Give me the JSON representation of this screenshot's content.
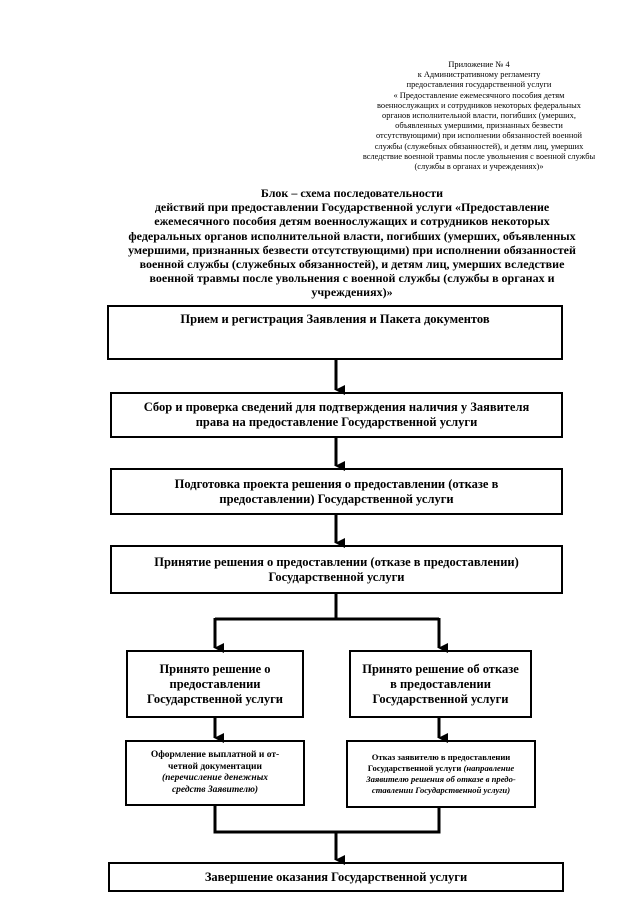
{
  "appendix": {
    "lines": [
      "Приложение № 4",
      "к Административному регламенту",
      "предоставления государственной услуги",
      "« Предоставление ежемесячного пособия детям",
      "военнослужащих и сотрудников некоторых федеральных",
      "органов исполнительной власти, погибших (умерших,",
      "объявленных умершими, признанных безвести",
      "отсутствующими) при исполнении обязанностей военной",
      "службы (служебных обязанностей), и детям лиц, умерших",
      "вследствие военной травмы после увольнения с военной службы",
      "(службы в органах и учреждениях)»"
    ]
  },
  "title": {
    "lines": [
      "Блок – схема последовательности",
      "действий при предоставлении Государственной услуги «Предоставление",
      "ежемесячного пособия детям военнослужащих и сотрудников некоторых",
      "федеральных органов исполнительной власти, погибших (умерших, объявленных",
      "умершими, признанных безвести отсутствующими) при исполнении обязанностей",
      "военной службы (служебных обязанностей), и детям лиц, умерших вследствие",
      "военной травмы после увольнения с военной службы (службы в органах и",
      "учреждениях)»"
    ]
  },
  "steps": {
    "reception": [
      "Прием и регистрация Заявления и Пакета документов"
    ],
    "collection": [
      "Сбор и проверка сведений для подтверждения наличия у Заявителя",
      "права  на предоставление Государственной услуги"
    ],
    "draft": [
      "Подготовка проекта решения о предоставлении (отказе в",
      "предоставлении) Государственной услуги"
    ],
    "decision": [
      "Принятие решения о предоставлении (отказе в предоставлении)",
      "Государственной услуги"
    ],
    "approved": [
      "Принято решение о",
      "предоставлении",
      "Государственной услуги"
    ],
    "refused": [
      "Принято решение об отказе",
      "в  предоставлении",
      "Государственной услуги"
    ],
    "payment": {
      "main": [
        "Оформление выплатной и от-",
        "четной документации"
      ],
      "note": [
        "(перечисление денежных",
        "средств Заявителю)"
      ]
    },
    "refusal_notice": {
      "main": [
        "Отказ заявителю в предоставлении",
        "Государственной услуги "
      ],
      "note_inline": "(направление",
      "note": [
        "Заявителю решения об отказе в предо-",
        "ставлении Государственной услуги)"
      ]
    },
    "completion": [
      "Завершение оказания Государственной услуги"
    ]
  }
}
